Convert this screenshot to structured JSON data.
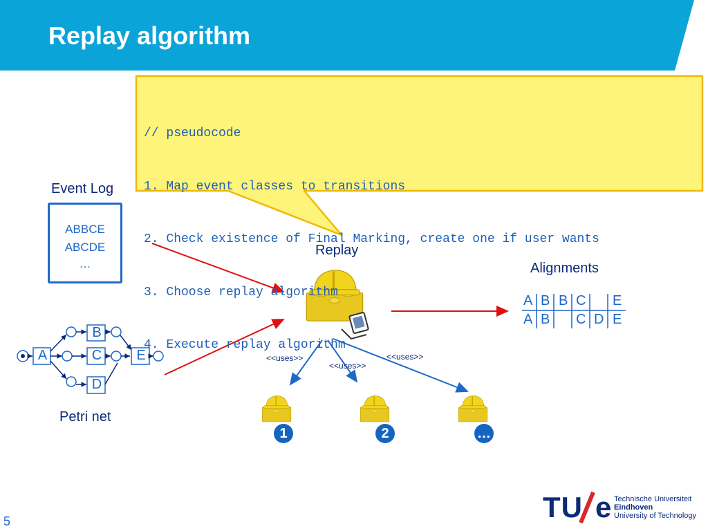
{
  "slide": {
    "title": "Replay algorithm",
    "page_number": "5"
  },
  "callout": {
    "lines": [
      "// pseudocode",
      "1. Map event classes to transitions",
      "2. Check existence of Final Marking, create one if user wants",
      "3. Choose replay algorithm",
      "4. Execute replay algorithm"
    ]
  },
  "event_log": {
    "label": "Event Log",
    "traces": [
      "ABBCE",
      "ABCDE",
      "…"
    ]
  },
  "petri_net": {
    "label": "Petri net",
    "transitions": [
      "A",
      "B",
      "C",
      "D",
      "E"
    ]
  },
  "replay": {
    "label": "Replay",
    "uses_label": "<<uses>>"
  },
  "alignments": {
    "label": "Alignments",
    "top_row": [
      "A",
      "B",
      "B",
      "C",
      "",
      "E"
    ],
    "bottom_row": [
      "A",
      "B",
      "",
      "C",
      "D",
      "E"
    ]
  },
  "algorithms": {
    "badges": [
      "1",
      "2",
      "…"
    ]
  },
  "logo": {
    "mark": "TU/e",
    "line1": "Technische Universiteit",
    "line2": "Eindhoven",
    "line3": "University of Technology"
  },
  "colors": {
    "title_band": "#0aa4d9",
    "callout_fill": "#fff47a",
    "callout_border": "#f0b800",
    "arrow_red": "#e01010",
    "arrow_blue": "#1e69c8",
    "text_blue": "#1e69c8",
    "dark_blue": "#0b2a78"
  },
  "icons": {
    "worker": "hardhat-brick-worker-icon",
    "computer": "computer-icon"
  }
}
